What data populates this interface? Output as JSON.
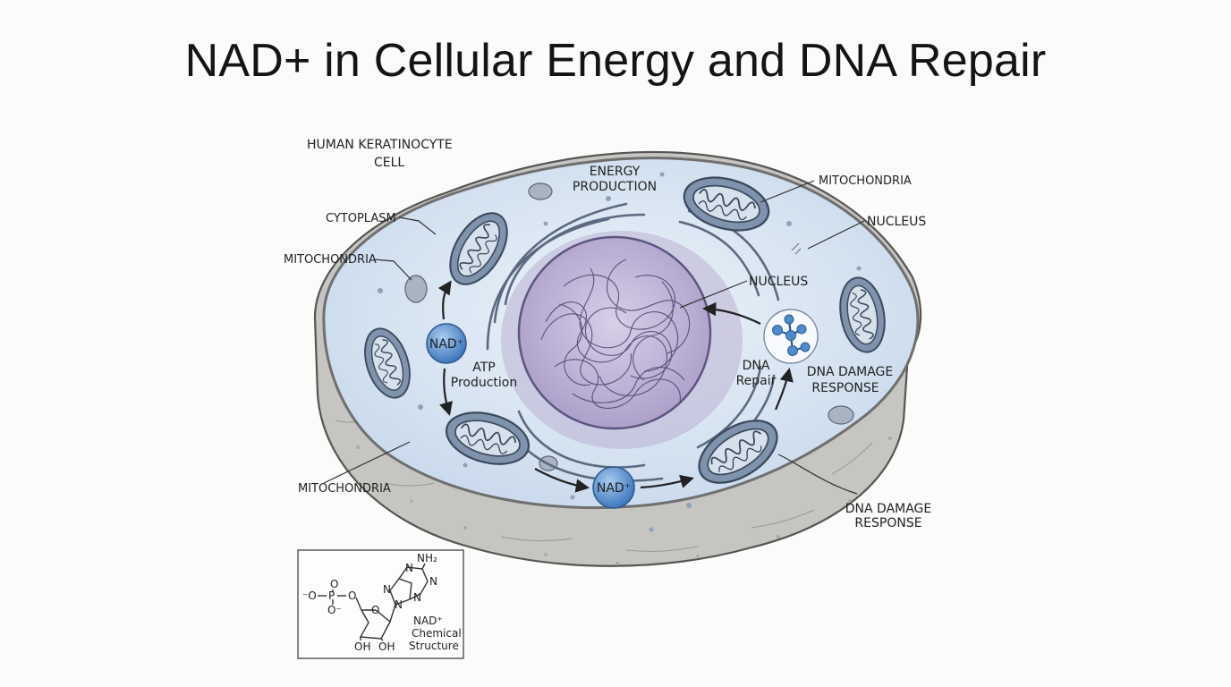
{
  "title": "NAD+ in Cellular Energy and DNA Repair",
  "labels": {
    "cell_line1": "HUMAN KERATINOCYTE",
    "cell_line2": "CELL",
    "cytoplasm": "CYTOPLASM",
    "mito_left_top": "MITOCHONDRIA",
    "mito_right_top": "MITOCHONDRIA",
    "mito_bottom_left": "MITOCHONDRIA",
    "nucleus_right": "NUCLEUS",
    "nucleus_inner": "NUCLEUS",
    "energy_line1": "ENERGY",
    "energy_line2": "PRODUCTION",
    "atp_line1": "ATP",
    "atp_line2": "Production",
    "dna_repair_line1": "DNA",
    "dna_repair_line2": "Repair",
    "ddr_inner_line1": "DNA DAMAGE",
    "ddr_inner_line2": "RESPONSE",
    "ddr_outer_line1": "DNA DAMAGE",
    "ddr_outer_line2": "RESPONSE",
    "nad_left": "NAD⁺",
    "nad_bottom": "NAD⁺"
  },
  "structure_box": {
    "nh2": "NH₂",
    "oh1": "OH",
    "oh2": "OH",
    "phosphate_o_top": "O",
    "phosphate_o_left": "⁻O",
    "phosphate_p": "P",
    "phosphate_o_right": "O",
    "phosphate_o_bottom": "O⁻",
    "ring_o": "O",
    "n1": "N",
    "n2": "N",
    "n3": "N",
    "n4": "N",
    "n5": "N",
    "caption_line1": "NAD⁺",
    "caption_line2": "Chemical",
    "caption_line3": "Structure"
  },
  "colors": {
    "cytoplasm": "#d6e4f2",
    "membrane": "#8d8d8d",
    "cell_base": "#c2c2bf",
    "nucleus": "#c0b4d8",
    "mitochondria": "#7f93ad",
    "nad_circle": "#4e86c8"
  }
}
